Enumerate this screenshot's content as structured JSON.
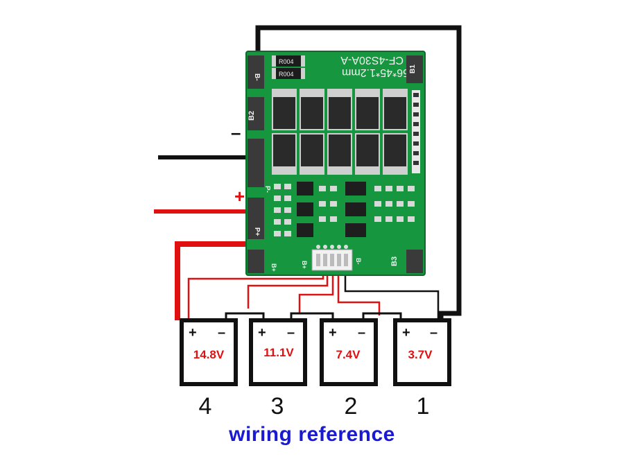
{
  "board": {
    "model_text": "CF-4S30A-A",
    "size_text": "56*45*1.2mm",
    "resistor_label": "R004",
    "pads": {
      "b_minus": "B-",
      "b1": "B1",
      "b2": "B2",
      "p_minus": "P-",
      "p_plus": "P+",
      "b_plus": "B+",
      "b3": "B3"
    },
    "connector_labels": {
      "plus": "B+",
      "minus": "B-"
    }
  },
  "output_terminals": {
    "negative": "–",
    "positive": "+"
  },
  "cells": [
    {
      "number": "4",
      "voltage": "14.8V",
      "plus": "+",
      "minus": "–"
    },
    {
      "number": "3",
      "voltage": "11.1V",
      "plus": "+",
      "minus": "–"
    },
    {
      "number": "2",
      "voltage": "7.4V",
      "plus": "+",
      "minus": "–"
    },
    {
      "number": "1",
      "voltage": "3.7V",
      "plus": "+",
      "minus": "–"
    }
  ],
  "caption": "wiring reference",
  "colors": {
    "pcb": "#15963f",
    "pcb_dark": "#0c6a2b",
    "pad": "#3a3a3a",
    "mosfet": "#2a2a2a",
    "wire_black": "#111111",
    "wire_red": "#e01010",
    "voltage_text": "#e01010",
    "caption": "#1a1ad4"
  }
}
